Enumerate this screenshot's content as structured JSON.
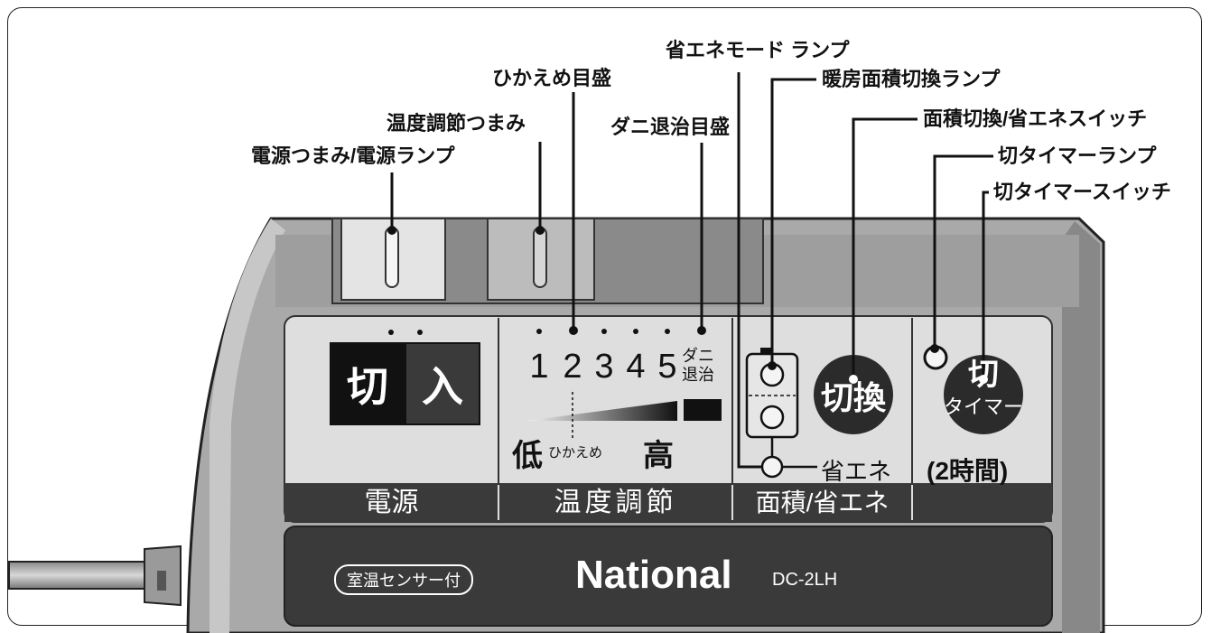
{
  "callouts": {
    "power_knob": "電源つまみ/電源ランプ",
    "temp_knob": "温度調節つまみ",
    "reserved_scale": "ひかえめ目盛",
    "mite_scale": "ダニ退治目盛",
    "eco_lamp": "省エネモード ランプ",
    "area_lamp": "暖房面積切換ランプ",
    "area_switch": "面積切換/省エネスイッチ",
    "timer_lamp": "切タイマーランプ",
    "timer_switch": "切タイマースイッチ"
  },
  "panel": {
    "power": {
      "off": "切",
      "on": "入",
      "label": "電源"
    },
    "temp": {
      "numbers": [
        "1",
        "2",
        "3",
        "4",
        "5"
      ],
      "mite_top": "ダニ",
      "mite_bottom": "退治",
      "low": "低",
      "reserved": "ひかえめ",
      "high": "高",
      "label": "温度調節"
    },
    "area": {
      "switch_label": "切換",
      "eco": "省エネ",
      "label": "面積/省エネ"
    },
    "timer": {
      "switch_top": "切",
      "switch_bottom": "タイマー",
      "duration": "(2時間)"
    }
  },
  "brand": {
    "sensor_badge": "室温センサー付",
    "name": "National",
    "model": "DC-2LH"
  },
  "colors": {
    "body": "#a9a9a9",
    "panel": "#dedede",
    "label_bar": "#3a3a3a",
    "dark": "#1a1a1a",
    "button": "#2b2b2b"
  }
}
